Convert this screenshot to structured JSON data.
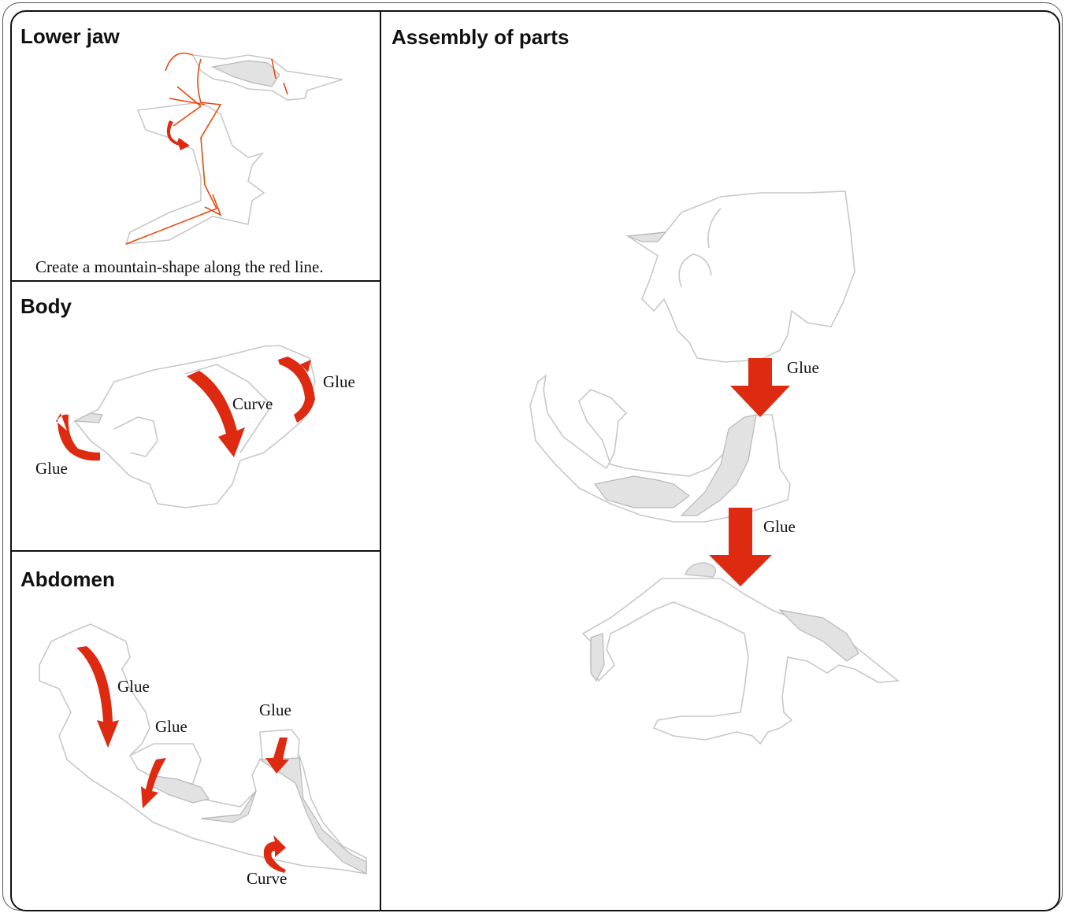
{
  "panels": {
    "lower_jaw": {
      "title": "Lower jaw",
      "caption": "Create a mountain-shape along the red line."
    },
    "body": {
      "title": "Body",
      "labels": {
        "glue_right": "Glue",
        "curve": "Curve",
        "glue_left": "Glue"
      }
    },
    "abdomen": {
      "title": "Abdomen",
      "labels": {
        "glue_1": "Glue",
        "glue_2": "Glue",
        "glue_3": "Glue",
        "curve": "Curve"
      }
    },
    "assembly": {
      "title": "Assembly of parts",
      "labels": {
        "glue_top": "Glue",
        "glue_bottom": "Glue"
      }
    }
  },
  "colors": {
    "fold_line": "#e84a10",
    "arrow": "#dd2a10",
    "outline": "#c8c8c8",
    "shade": "#e2e2e2"
  }
}
